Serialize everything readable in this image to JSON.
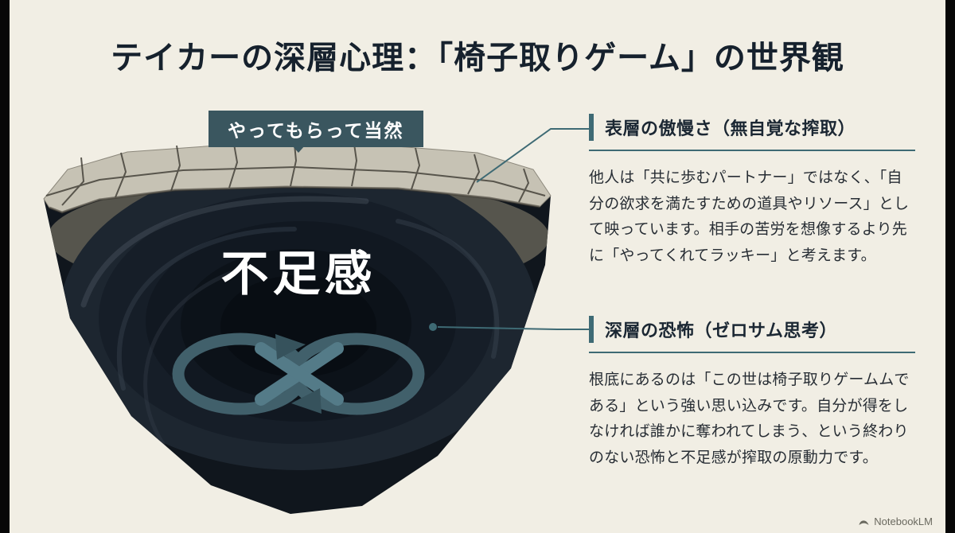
{
  "page": {
    "title": "テイカーの深層心理：「椅子取りゲーム」の世界観",
    "background": "#f1eee4",
    "accent": "#3e6a74",
    "title_color": "#16212d"
  },
  "diagram": {
    "label_tag": "やってもらって当然",
    "label_tag_bg": "#3a565f",
    "pit_text": "不足感",
    "infinity_icon": "infinity-cycle-arrows",
    "pit_color": "#10161d",
    "rim_color": "#c6c2b4"
  },
  "sections": [
    {
      "heading": "表層の傲慢さ（無自覚な搾取）",
      "body": "他人は「共に歩むパートナー」ではなく、「自分の欲求を満たすための道具やリソース」として映っています。相手の苦労を想像するより先に「やってくれてラッキー」と考えます。"
    },
    {
      "heading": "深層の恐怖（ゼロサム思考）",
      "body": "根底にあるのは「この世は椅子取りゲームムである」という強い思い込みです。自分が得をしなければ誰かに奪われてしまう、という終わりのない恐怖と不足感が搾取の原動力です。"
    }
  ],
  "footer": {
    "watermark": "NotebookLM"
  }
}
